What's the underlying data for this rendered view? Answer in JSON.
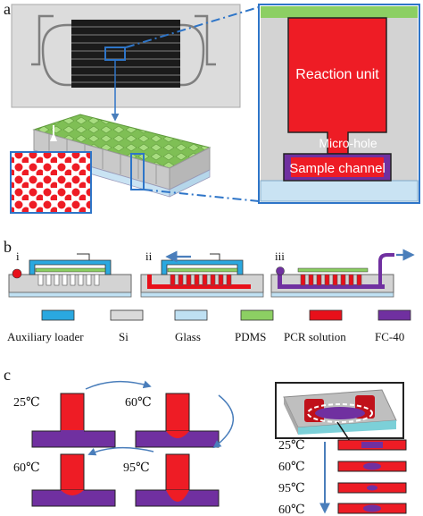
{
  "panels": {
    "a": {
      "label": "a",
      "reaction_unit": "Reaction unit",
      "micro_hole": "Micro-hole",
      "sample_channel": "Sample channel"
    },
    "b": {
      "label": "b",
      "steps": [
        "i",
        "ii",
        "iii"
      ],
      "legend": [
        {
          "label": "Auxiliary loader",
          "color": "#2aa8e0"
        },
        {
          "label": "Si",
          "color": "#d9d9d9"
        },
        {
          "label": "Glass",
          "color": "#bfe0f2"
        },
        {
          "label": "PDMS",
          "color": "#8ccf63"
        },
        {
          "label": "PCR solution",
          "color": "#e8101a"
        },
        {
          "label": "FC-40",
          "color": "#7030a0"
        }
      ]
    },
    "c": {
      "label": "c",
      "cycle_temps": [
        "25℃",
        "60℃",
        "95℃",
        "60℃"
      ],
      "right_temps": [
        "25℃",
        "60℃",
        "95℃",
        "60℃"
      ]
    }
  },
  "colors": {
    "red": "#ee1c25",
    "purple": "#7030a0",
    "grey": "#d3d3d3",
    "blue_arrow": "#4a7ebb",
    "green": "#8ccf63",
    "glass": "#c9e3f3"
  }
}
